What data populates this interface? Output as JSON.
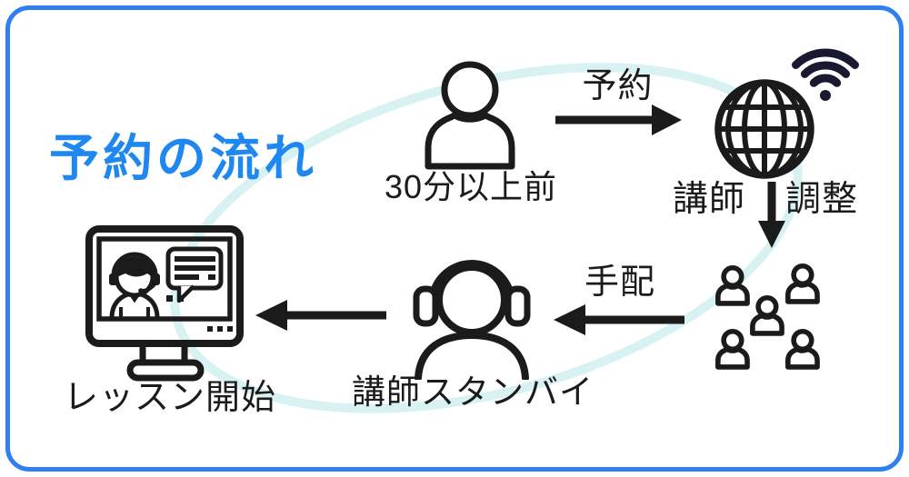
{
  "colors": {
    "accent_blue": "#2e7ff0",
    "title_blue": "#1e87f0",
    "ink": "#1b1b1b",
    "wifi_navy": "#191932",
    "flow_ellipse": "#d8f2f4"
  },
  "diagram": {
    "title": "予約の流れ",
    "nodes": {
      "student": {
        "label": "30分以上前",
        "icon": "person-icon"
      },
      "booking": {
        "label": "予約",
        "icon": "right-arrow-icon"
      },
      "system": {
        "label_instructor": "講師",
        "label_coordination": "調整",
        "icons": [
          "globe-icon",
          "wifi-icon",
          "down-arrow-icon"
        ]
      },
      "teachers": {
        "icon": "people-group-icon"
      },
      "arrange": {
        "label": "手配",
        "icon": "left-arrow-icon"
      },
      "standby": {
        "label": "講師スタンバイ",
        "icon": "headset-person-icon"
      },
      "lesson": {
        "label": "レッスン開始",
        "icon": "lesson-monitor-icon"
      }
    }
  }
}
